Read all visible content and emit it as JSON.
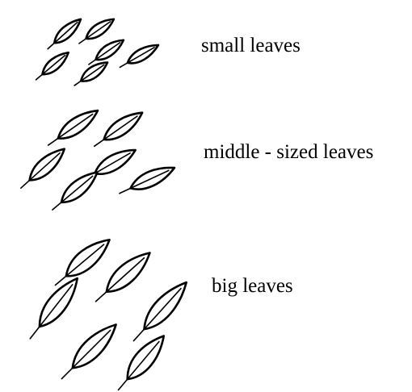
{
  "groups": [
    {
      "id": "small",
      "label": "small leaves",
      "leaf_count": 6
    },
    {
      "id": "middle",
      "label": "middle - sized leaves",
      "leaf_count": 6
    },
    {
      "id": "big",
      "label": "big leaves",
      "leaf_count": 6
    }
  ],
  "colors": {
    "ink": "#000000",
    "background": "#ffffff"
  }
}
